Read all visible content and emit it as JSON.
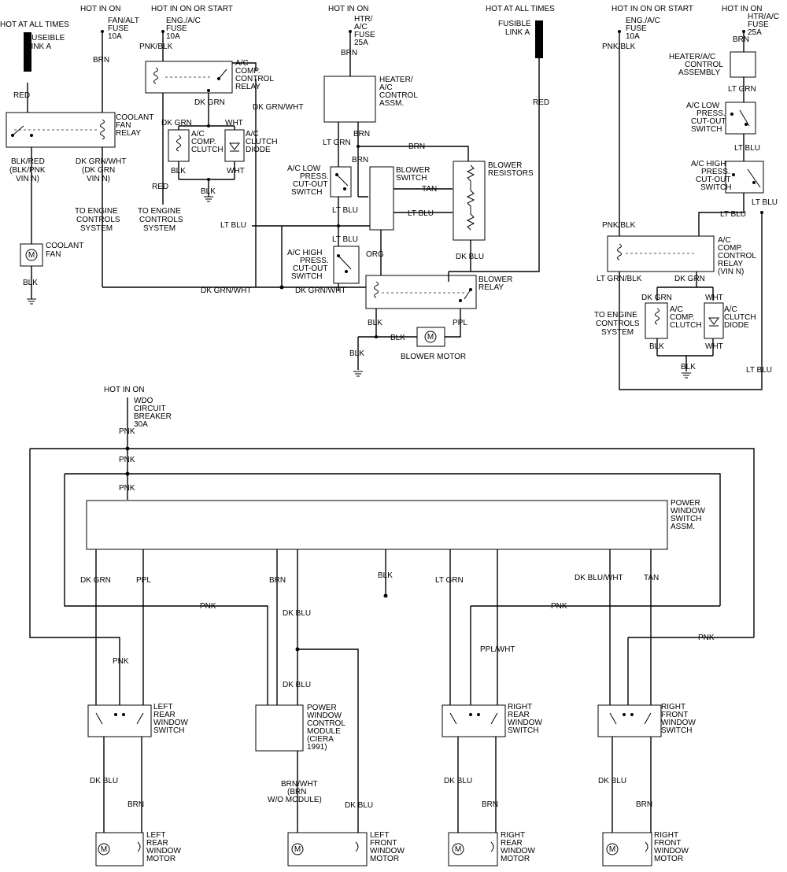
{
  "labels": {
    "hot_all_times_1": "HOT AT ALL TIMES",
    "fusible_link_a_1": [
      "FUSEIBLE",
      "LINK A"
    ],
    "red_1": "RED",
    "hot_in_on_1": "HOT IN ON",
    "fan_alt_fuse": [
      "FAN/ALT",
      "FUSE",
      "10A"
    ],
    "brn_1": "BRN",
    "coolant_fan_relay": [
      "COOLANT",
      "FAN",
      "RELAY"
    ],
    "blk_red_note": [
      "BLK/RED",
      "(BLK/PNK",
      "VIN N)"
    ],
    "dk_grn_wht_note": [
      "DK GRN/WHT",
      "(DK GRN",
      "VIN N)"
    ],
    "to_engine_controls_1": [
      "TO ENGINE",
      "CONTROLS",
      "SYSTEM"
    ],
    "coolant_fan": [
      "COOLANT",
      "FAN"
    ],
    "blk_1": "BLK",
    "hot_in_on_or_start_1": "HOT IN ON OR START",
    "eng_ac_fuse_1": [
      "ENG./A/C",
      "FUSE",
      "10A"
    ],
    "pnk_blk_1": "PNK/BLK",
    "ac_comp_control_relay_1": [
      "A/C",
      "COMP.",
      "CONTROL",
      "RELAY"
    ],
    "dk_grn_1": "DK GRN",
    "dk_grn_2": "DK GRN",
    "wht_1": "WHT",
    "ac_comp_clutch_1": [
      "A/C",
      "COMP.",
      "CLUTCH"
    ],
    "ac_clutch_diode_1": [
      "A/C",
      "CLUTCH",
      "DIODE"
    ],
    "blk_2": "BLK",
    "wht_2": "WHT",
    "blk_3": "BLK",
    "red_2": "RED",
    "to_engine_controls_2": [
      "TO ENGINE",
      "CONTROLS",
      "SYSTEM"
    ],
    "lt_blu_1": "LT BLU",
    "dk_grn_wht_1": "DK GRN/WHT",
    "dk_grn_wht_2": "DK GRN/WHT",
    "dk_grn_wht_3": "DK GRN/WHT",
    "hot_in_on_2": "HOT IN ON",
    "htr_ac_fuse_1": [
      "HTR/",
      "A/C",
      "FUSE",
      "25A"
    ],
    "brn_2": "BRN",
    "heater_ac_control_assm": [
      "HEATER/",
      "A/C",
      "CONTROL",
      "ASSM."
    ],
    "lt_grn_1": "LT GRN",
    "brn_3": "BRN",
    "brn_4": "BRN",
    "brn_5": "BRN",
    "ac_low_press_1": [
      "A/C LOW",
      "PRESS.",
      "CUT-OUT",
      "SWITCH"
    ],
    "blower_switch": [
      "BLOWER",
      "SWITCH"
    ],
    "blower_resistors": [
      "BLOWER",
      "RESISTORS"
    ],
    "tan_1": "TAN",
    "lt_blu_2": "LT BLU",
    "lt_blu_3": "LT BLU",
    "lt_blu_4": "LT BLU",
    "ac_high_press_1": [
      "A/C HIGH",
      "PRESS.",
      "CUT-OUT",
      "SWITCH"
    ],
    "org_1": "ORG",
    "dk_blu_1": "DK BLU",
    "blower_relay": [
      "BLOWER",
      "RELAY"
    ],
    "blk_4": "BLK",
    "ppl_1": "PPL",
    "blk_5": "BLK",
    "blk_6": "BLK",
    "blower_motor": "BLOWER MOTOR",
    "hot_all_times_2": "HOT AT ALL TIMES",
    "fusible_link_a_2": [
      "FUSIBLE",
      "LINK A"
    ],
    "red_3": "RED",
    "hot_in_on_or_start_2": "HOT IN ON OR START",
    "eng_ac_fuse_2": [
      "ENG./A/C",
      "FUSE",
      "10A"
    ],
    "pnk_blk_2": "PNK/BLK",
    "hot_in_on_3": "HOT IN ON",
    "htr_ac_fuse_2": [
      "HTR/A/C",
      "FUSE",
      "25A"
    ],
    "brn_6": "BRN",
    "heater_ac_control_assembly": [
      "HEATER/A/C",
      "CONTROL",
      "ASSEMBLY"
    ],
    "lt_grn_2": "LT GRN",
    "ac_low_press_2": [
      "A/C LOW",
      "PRESS.",
      "CUT-OUT",
      "SWITCH"
    ],
    "lt_blu_5": "LT BLU",
    "ac_high_press_2": [
      "A/C HIGH",
      "PRESS.",
      "CUT-OUT",
      "SWITCH"
    ],
    "lt_blu_6": "LT BLU",
    "lt_blu_7": "LT BLU",
    "pnk_blk_3": "PNK/BLK",
    "ac_comp_control_relay_2": [
      "A/C",
      "COMP.",
      "CONTROL",
      "RELAY",
      "(VIN N)"
    ],
    "lt_grn_blk": "LT GRN/BLK",
    "dk_grn_3": "DK GRN",
    "dk_grn_4": "DK GRN",
    "wht_3": "WHT",
    "to_engine_controls_3": [
      "TO ENGINE",
      "CONTROLS",
      "SYSTEM"
    ],
    "ac_comp_clutch_2": [
      "A/C",
      "COMP.",
      "CLUTCH"
    ],
    "ac_clutch_diode_2": [
      "A/C",
      "CLUTCH",
      "DIODE"
    ],
    "blk_7": "BLK",
    "wht_4": "WHT",
    "blk_8": "BLK",
    "lt_blu_8": "LT BLU",
    "hot_in_on_4": "HOT IN ON",
    "wdo_breaker": [
      "WDO",
      "CIRCUIT",
      "BREAKER",
      "30A"
    ],
    "pnk_1": "PNK",
    "pnk_2": "PNK",
    "pnk_3": "PNK",
    "pw_switch_assm": [
      "POWER",
      "WINDOW",
      "SWITCH",
      "ASSM."
    ],
    "dk_grn_5": "DK GRN",
    "ppl_2": "PPL",
    "brn_7": "BRN",
    "blk_9": "BLK",
    "lt_grn_3": "LT GRN",
    "dk_blu_wht": "DK BLU/WHT",
    "tan_2": "TAN",
    "pnk_4": "PNK",
    "dk_blu_2": "DK BLU",
    "pnk_5": "PNK",
    "pnk_6": "PNK",
    "pnk_7": "PNK",
    "ppl_wht": "PPL/WHT",
    "dk_blu_3": "DK BLU",
    "left_rear_window_switch": [
      "LEFT",
      "REAR",
      "WINDOW",
      "SWITCH"
    ],
    "pw_control_module": [
      "POWER",
      "WINDOW",
      "CONTROL",
      "MODULE",
      "(CIERA",
      "1991)"
    ],
    "right_rear_window_switch": [
      "RIGHT",
      "REAR",
      "WINDOW",
      "SWITCH"
    ],
    "right_front_window_switch": [
      "RIGHT",
      "FRONT",
      "WINDOW",
      "SWITCH"
    ],
    "dk_blu_4": "DK BLU",
    "brn_8": "BRN",
    "brn_wht_note": [
      "BRN/WHT",
      "(BRN",
      "W/O MODULE)"
    ],
    "dk_blu_5": "DK BLU",
    "dk_blu_6": "DK BLU",
    "brn_9": "BRN",
    "dk_blu_7": "DK BLU",
    "brn_10": "BRN",
    "left_rear_window_motor": [
      "LEFT",
      "REAR",
      "WINDOW",
      "MOTOR"
    ],
    "left_front_window_motor": [
      "LEFT",
      "FRONT",
      "WINDOW",
      "MOTOR"
    ],
    "right_rear_window_motor": [
      "RIGHT",
      "REAR",
      "WINDOW",
      "MOTOR"
    ],
    "right_front_window_motor": [
      "RIGHT",
      "FRONT",
      "WINDOW",
      "MOTOR"
    ]
  }
}
